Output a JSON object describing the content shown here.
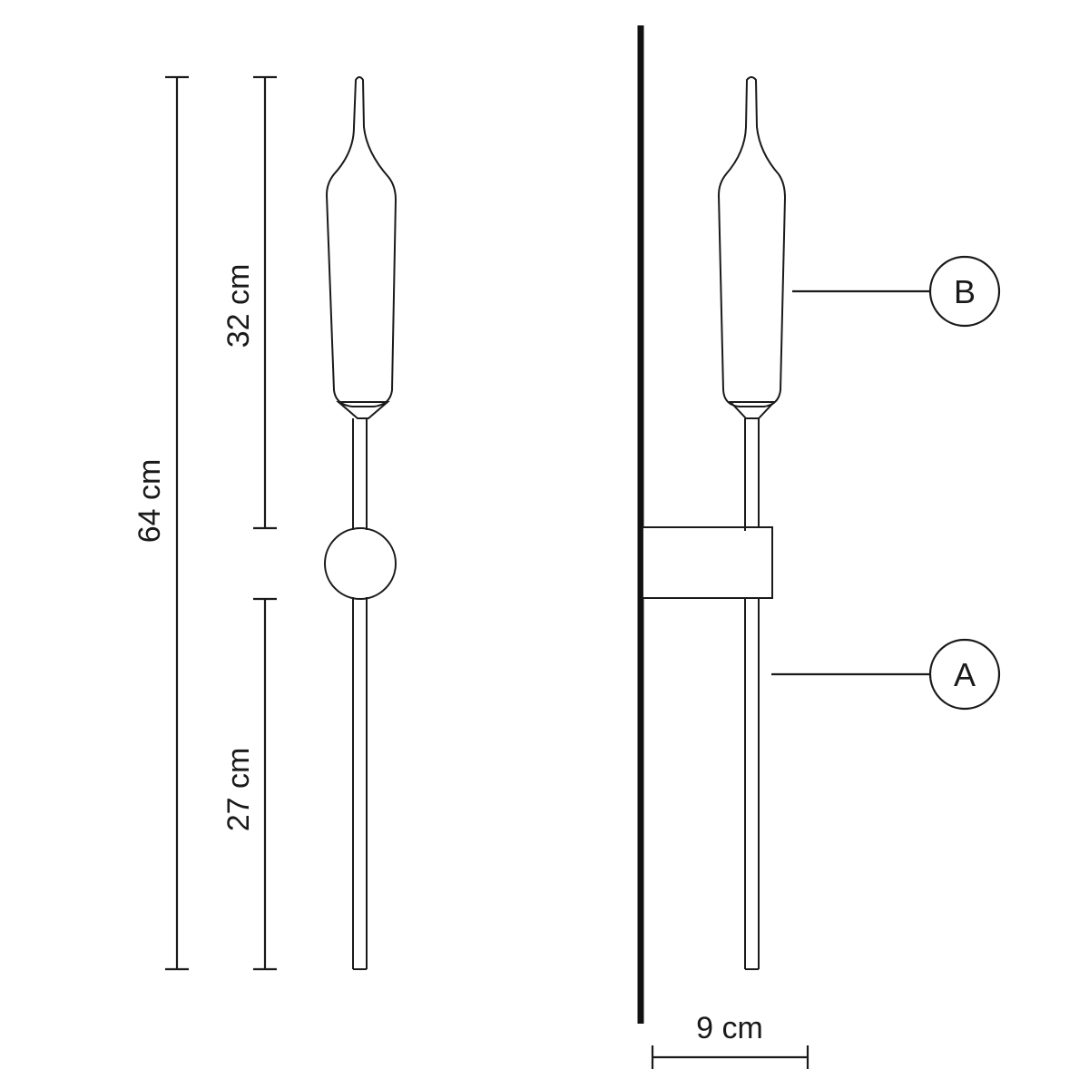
{
  "colors": {
    "background": "#ffffff",
    "stroke": "#1a1a1a",
    "wall": "#111111"
  },
  "front_view": {
    "dimensions": {
      "total_height": "64 cm",
      "shade_height": "32 cm",
      "rod_height": "27 cm"
    }
  },
  "side_view": {
    "dimensions": {
      "projection": "9 cm"
    },
    "callouts": {
      "shade": "B",
      "rod": "A"
    }
  }
}
